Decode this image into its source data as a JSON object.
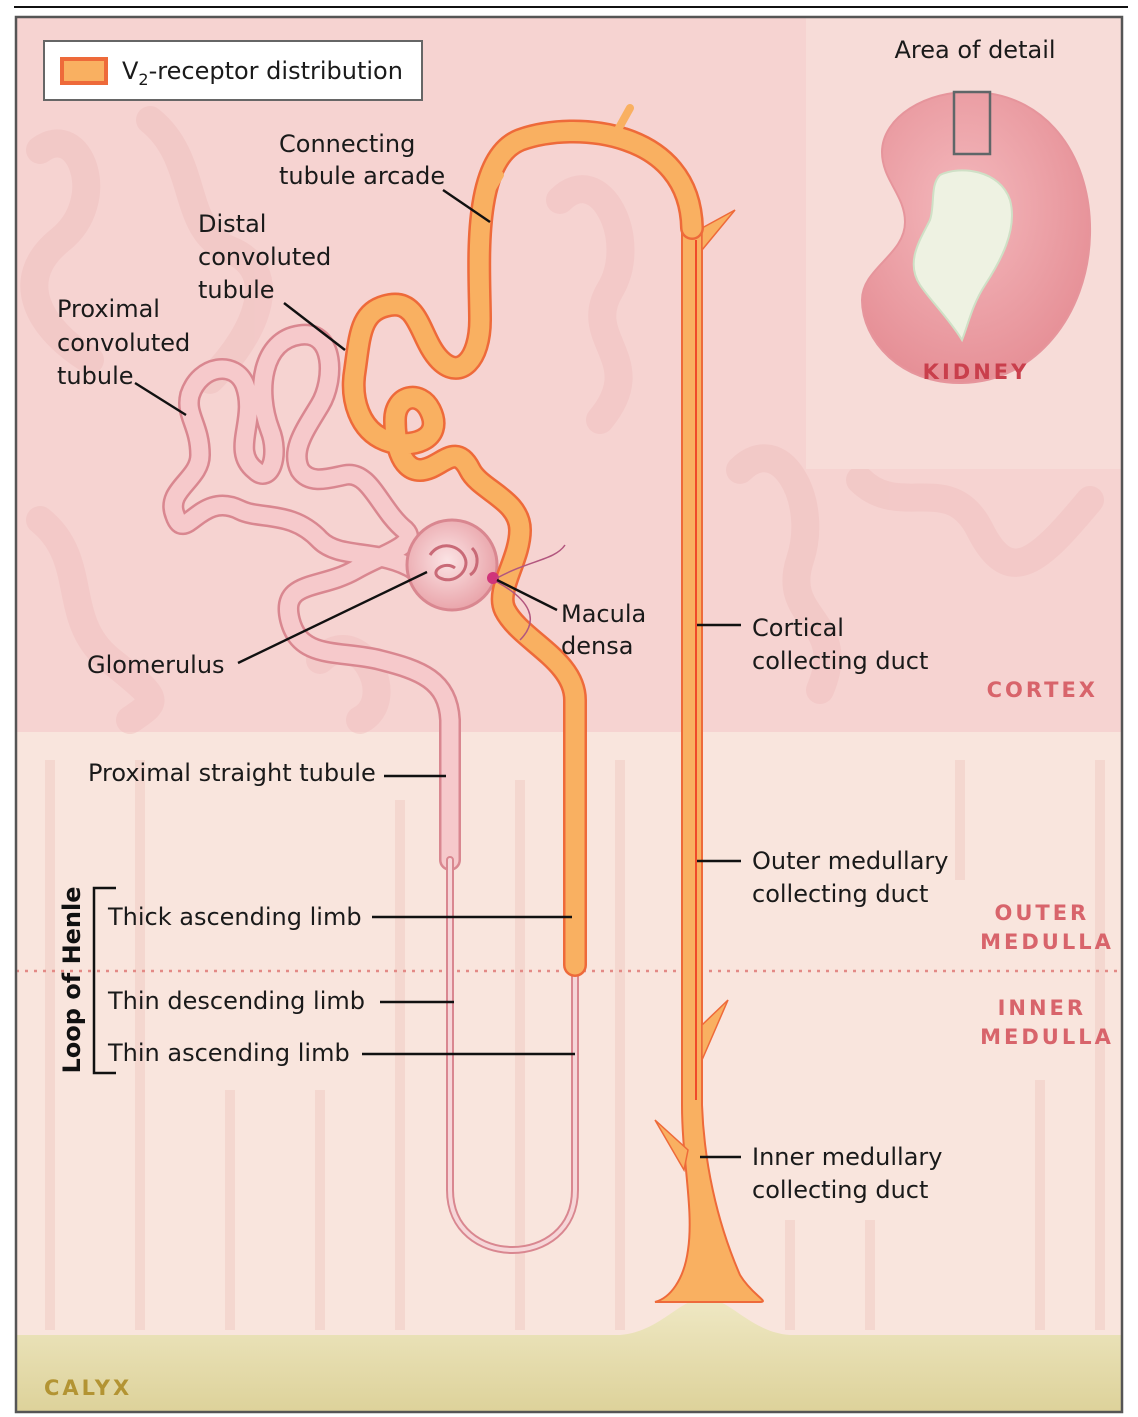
{
  "legend": {
    "label_prefix": "V",
    "label_sub": "2",
    "label_suffix": "-receptor distribution",
    "swatch_color": "#f9b061"
  },
  "inset": {
    "title": "Area of detail",
    "kidney_label": "KIDNEY"
  },
  "labels": {
    "connecting_tubule": [
      "Connecting",
      "tubule arcade"
    ],
    "distal_tubule": [
      "Distal",
      "convoluted",
      "tubule"
    ],
    "proximal_tubule": [
      "Proximal",
      "convoluted",
      "tubule"
    ],
    "glomerulus": "Glomerulus",
    "macula_densa": [
      "Macula",
      "densa"
    ],
    "cortical_duct": [
      "Cortical",
      "collecting duct"
    ],
    "proximal_straight": "Proximal straight tubule",
    "outer_medullary_duct": [
      "Outer medullary",
      "collecting duct"
    ],
    "thick_ascending": "Thick ascending limb",
    "thin_descending": "Thin descending limb",
    "thin_ascending": "Thin ascending limb",
    "loop_of_henle": "Loop of Henle",
    "inner_medullary_duct": [
      "Inner medullary",
      "collecting duct"
    ]
  },
  "regions": {
    "cortex": "CORTEX",
    "outer_medulla": [
      "OUTER",
      "MEDULLA"
    ],
    "inner_medulla": [
      "INNER",
      "MEDULLA"
    ],
    "calyx": "CALYX"
  },
  "colors": {
    "v2_tubule": "#f9b061",
    "v2_tubule_edge": "#ee6a3a",
    "pink_tubule": "#f6c6c8",
    "pink_tubule_edge": "#d98790",
    "cortex_bg": "#f6d2d0",
    "medulla_bg": "#f9e4dc",
    "calyx": "#e6deb0",
    "region_label": "#d8646b",
    "calyx_label": "#b39433"
  }
}
